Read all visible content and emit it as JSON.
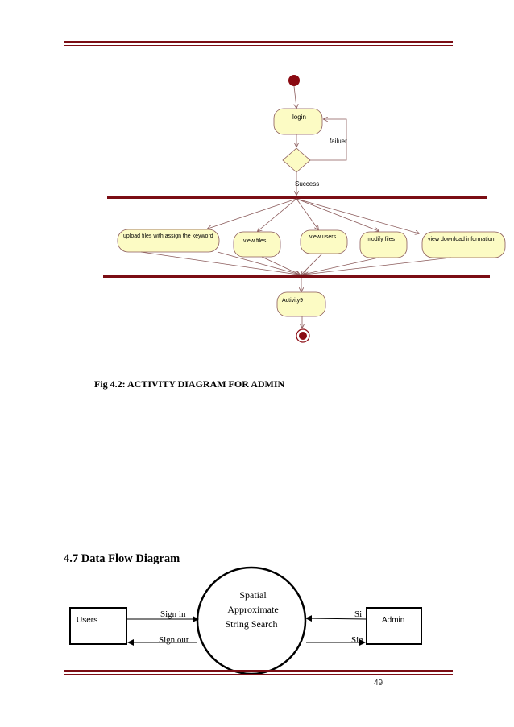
{
  "activity_diagram": {
    "login": "login",
    "failure": "failuer",
    "success": "Success",
    "actions": [
      "upload files with assign the keyword",
      "view files",
      "view users",
      "modify files",
      "view download information"
    ],
    "join_activity": "Activity9"
  },
  "figure_caption": "Fig 4.2: ACTIVITY DIAGRAM FOR ADMIN",
  "section_title": "4.7 Data Flow Diagram",
  "data_flow": {
    "process_lines": [
      "Spatial",
      "Approximate",
      "String Search"
    ],
    "users": "Users",
    "admin": "Admin",
    "sign_in": "Sign in",
    "sign_out": "Sign out",
    "admin_sign_in_partial": "Si",
    "admin_sign_out_partial": "Sig"
  },
  "page_number": "49",
  "colors": {
    "rule": "#7b0d14",
    "activity_fill": "#fcfbc4",
    "node_fill": "#8b0a12",
    "arrow": "#8a5a5a"
  }
}
